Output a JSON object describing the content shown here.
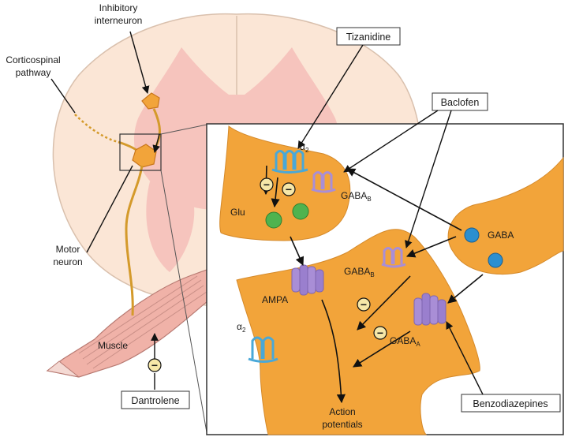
{
  "labels": {
    "inhibitory_interneuron": [
      "Inhibitory",
      "interneuron"
    ],
    "corticospinal_pathway": [
      "Corticospinal",
      "pathway"
    ],
    "motor_neuron": [
      "Motor",
      "neuron"
    ],
    "muscle": "Muscle",
    "glu": "Glu",
    "gaba": "GABA",
    "ampa": "AMPA",
    "gaba_b_top": "GABA",
    "gaba_b_top_sub": "B",
    "gaba_b_post": "GABA",
    "gaba_b_post_sub": "B",
    "gaba_a": "GABA",
    "gaba_a_sub": "A",
    "alpha2_top": "α",
    "alpha2_top_sub": "2",
    "alpha2_post": "α",
    "alpha2_post_sub": "2",
    "action_potentials": [
      "Action",
      "potentials"
    ],
    "inhibit_symbol": "−"
  },
  "drugs": {
    "tizanidine": "Tizanidine",
    "baclofen": "Baclofen",
    "benzodiazepines": "Benzodiazepines",
    "dantrolene": "Dantrolene"
  },
  "colors": {
    "neuron": "#f2a43a",
    "neuron_edge": "#c9761c",
    "cord": "#fbe6d6",
    "gray_matter": "#f6c4bd",
    "muscle": "#f0b2a8",
    "vesicle_green": "#4fb34f",
    "vesicle_blue": "#2b8fd0",
    "receptor_purple": "#a98ed6",
    "alpha2_blue": "#49a8d8"
  }
}
